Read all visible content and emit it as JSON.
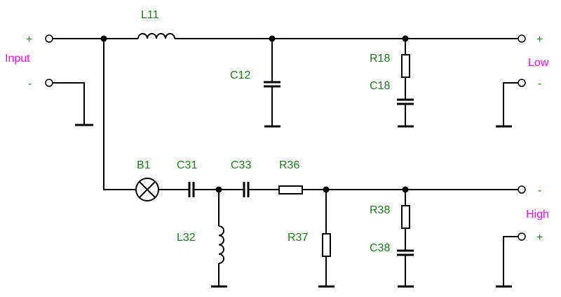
{
  "labels": {
    "input": "Input",
    "low": "Low",
    "high": "High",
    "in_plus": "+",
    "in_minus": "-",
    "low_plus": "+",
    "low_minus": "-",
    "high_minus": "-",
    "high_plus": "+"
  },
  "components": {
    "L11": "L11",
    "C12": "C12",
    "R18": "R18",
    "C18": "C18",
    "B1": "B1",
    "C31": "C31",
    "C33": "C33",
    "R36": "R36",
    "L32": "L32",
    "R37": "R37",
    "R38": "R38",
    "C38": "C38"
  },
  "colors": {
    "component_label": "#1a7f1a",
    "port_label": "#ff00ff",
    "wire": "#000000"
  }
}
